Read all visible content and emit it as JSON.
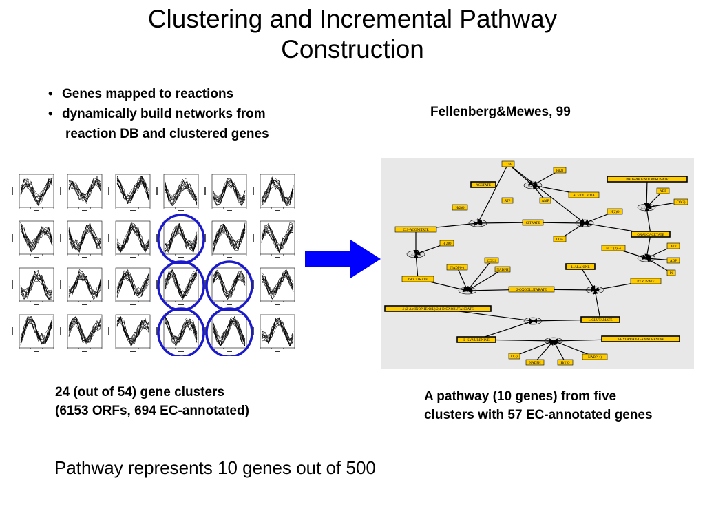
{
  "slide": {
    "title_line1": "Clustering and Incremental Pathway",
    "title_line2": "Construction",
    "bullets": [
      "Genes mapped to reactions",
      "dynamically build networks from",
      "reaction DB and clustered genes"
    ],
    "citation": "Fellenberg&Mewes, 99",
    "left_caption_line1": "24 (out of 54) gene clusters",
    "left_caption_line2": "(6153 ORFs, 694 EC-annotated)",
    "right_caption_line1": "A pathway (10 genes) from five",
    "right_caption_line2": "clusters with 57 EC-annotated genes",
    "footer": "Pathway represents 10 genes out of 500"
  },
  "cluster_grid": {
    "rows": 4,
    "cols": 6,
    "highlighted": [
      [
        1,
        3
      ],
      [
        2,
        3
      ],
      [
        2,
        4
      ],
      [
        3,
        3
      ],
      [
        3,
        4
      ]
    ],
    "highlight_color": "#1a1acc"
  },
  "pathway": {
    "compounds": [
      "COA",
      "Pi(2)",
      "ACETATE",
      "ATP",
      "AMP",
      "ACETYL-COA",
      "PHOSPHOENOLPYRUVATE",
      "ADP",
      "CO(2)",
      "H(2)O",
      "H(2)O",
      "CITRATE",
      "CIS-ACONITATE",
      "OXALOACETATE",
      "COA",
      "H(2)O",
      "ATP",
      "HCO(3)(-)",
      "NADP(+)",
      "CO(2)",
      "NADPH",
      "L-ALANINE",
      "ADP",
      "Pi",
      "ISOCITRATE",
      "2-OXOGLUTARATE",
      "PYRUVATE",
      "4-(2-AMINOPHENYL)-2,4-DIOXOBUTANOATE",
      "L-GLUTAMATE",
      "L-KYNURENINE",
      "3-HYDROXY-L-KYNURENINE",
      "O(2)",
      "NADPH",
      "H(2)O",
      "NADP(+)",
      "ATP"
    ],
    "enzymes": [
      "6.2.1.1",
      "4.1.1.49",
      "4.2.1.3",
      "4.1.3.7",
      "4.2.1.3",
      "6.4.1.1",
      "1.1.1.42",
      "2.6.1.2",
      "2.6.1.7",
      "1.14.13.9"
    ],
    "highlight_fill": "#ffcc00",
    "enzyme_fill": "#dcdcdc"
  },
  "arrow_color": "#0000ff"
}
